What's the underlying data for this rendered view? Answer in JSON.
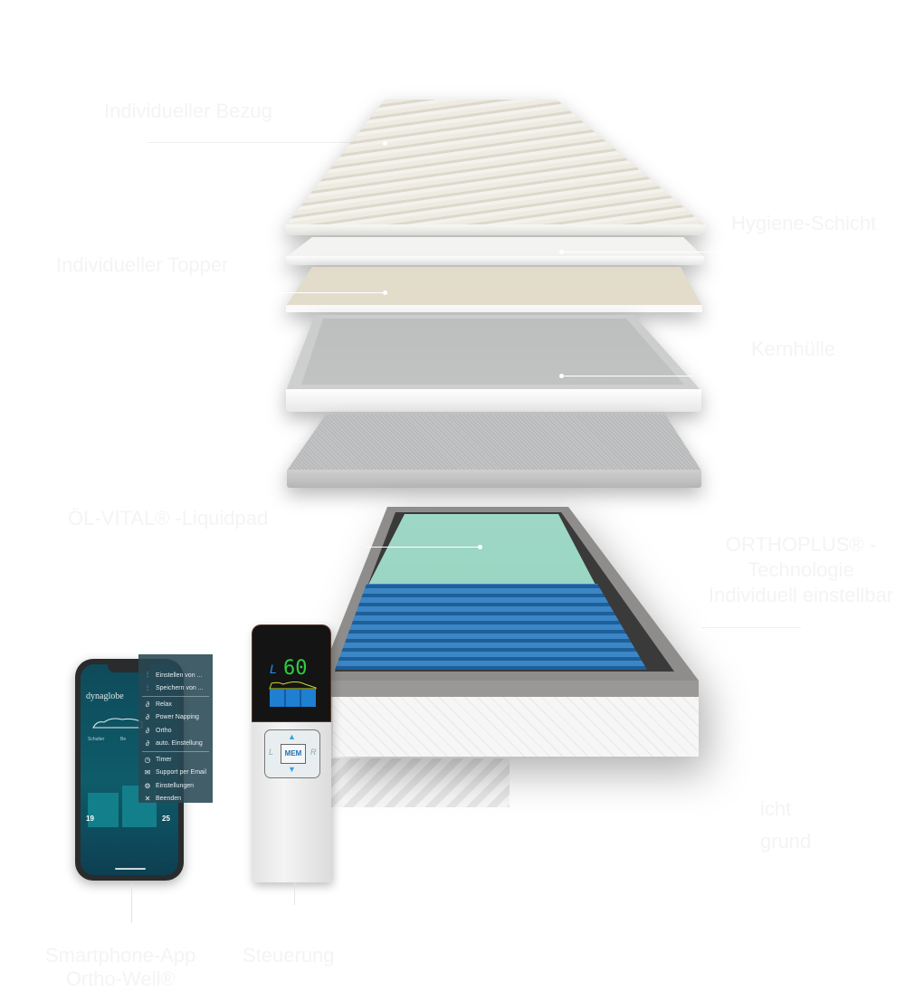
{
  "labels": {
    "cover": "Individueller Bezug",
    "topper": "Individueller Topper",
    "hygiene": "Hygiene-Schicht",
    "core_cover": "Kernhülle",
    "liquidpad": "ÖL-VITAL® -Liquidpad",
    "orthoplus_1": "ORTHOPLUS® -",
    "orthoplus_2": "Technologie",
    "orthoplus_3": "Individuell einstellbar",
    "partial_1": "icht",
    "partial_2": "grund",
    "app_1": "Smartphone-App",
    "app_2": "Ortho-Well®",
    "control": "Steuerung"
  },
  "phone": {
    "brand": "dynaglobe",
    "zone_left": "Schulter",
    "zone_right": "Be",
    "value_left": "19",
    "value_right": "25",
    "menu": [
      {
        "icon": "sliders-icon",
        "glyph": "⫶",
        "label": "Einstellen von ..."
      },
      {
        "icon": "sliders-icon",
        "glyph": "⫶",
        "label": "Speichern von ..."
      },
      {
        "icon": "mode-icon",
        "glyph": "∂",
        "label": "Relax"
      },
      {
        "icon": "mode-icon",
        "glyph": "∂",
        "label": "Power Napping"
      },
      {
        "icon": "mode-icon",
        "glyph": "∂",
        "label": "Ortho"
      },
      {
        "icon": "mode-icon",
        "glyph": "∂",
        "label": "auto. Einstellung"
      },
      {
        "icon": "timer-icon",
        "glyph": "◷",
        "label": "Timer"
      },
      {
        "icon": "mail-icon",
        "glyph": "✉",
        "label": "Support per Email"
      },
      {
        "icon": "gear-icon",
        "glyph": "⚙",
        "label": "Einstellungen"
      },
      {
        "icon": "close-icon",
        "glyph": "✕",
        "label": "Beenden"
      }
    ]
  },
  "remote": {
    "side": "L",
    "level": "60",
    "mem": "MEM",
    "left": "L",
    "right": "R",
    "colors": {
      "digits": "#2ecc40",
      "side": "#1e90ff",
      "bars": "#1f7fd0"
    }
  }
}
